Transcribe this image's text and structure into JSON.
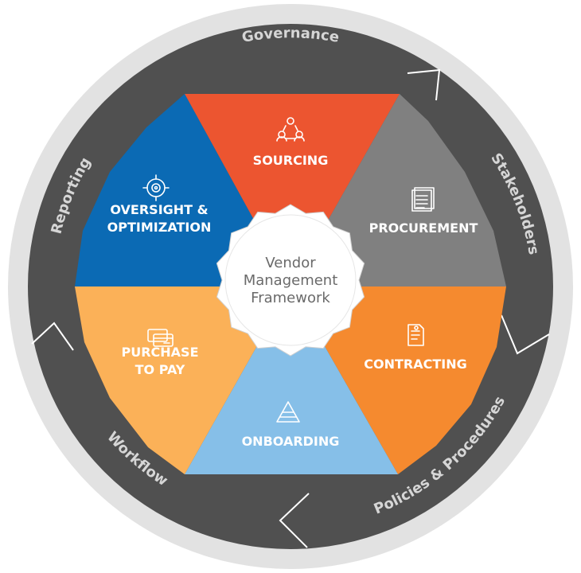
{
  "center": {
    "lines": [
      "Vendor",
      "Management",
      "Framework"
    ]
  },
  "segments": [
    {
      "label_lines": [
        "SOURCING"
      ],
      "color": "#ec5530",
      "icon": "people-network-icon"
    },
    {
      "label_lines": [
        "PROCUREMENT"
      ],
      "color": "#808080",
      "icon": "document-stack-icon"
    },
    {
      "label_lines": [
        "CONTRACTING"
      ],
      "color": "#f58a2f",
      "icon": "contract-document-icon"
    },
    {
      "label_lines": [
        "ONBOARDING"
      ],
      "color": "#86bfe8",
      "icon": "pyramid-icon"
    },
    {
      "label_lines": [
        "PURCHASE",
        "TO PAY"
      ],
      "color": "#fbb158",
      "icon": "payment-cards-icon"
    },
    {
      "label_lines": [
        "OVERSIGHT &",
        "OPTIMIZATION"
      ],
      "color": "#0b6ab4",
      "icon": "target-icon"
    }
  ],
  "ring": {
    "labels": [
      "Governance",
      "Stakeholders",
      "Policies & Procedures",
      "Workflow",
      "Reporting"
    ],
    "color": "#505050",
    "outer_color": "#e2e2e2"
  }
}
